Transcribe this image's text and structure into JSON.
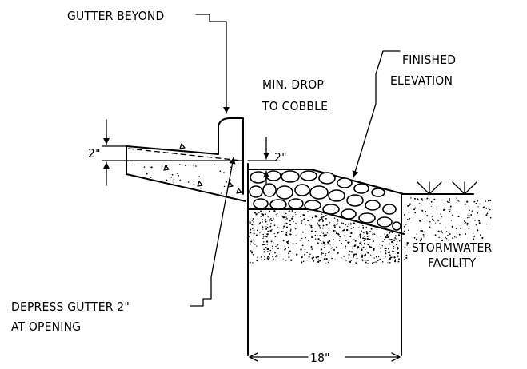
{
  "labels": {
    "gutter_beyond": "GUTTER BEYOND",
    "min_drop_line1": "MIN. DROP",
    "min_drop_line2": "TO COBBLE",
    "finished_line1": "FINISHED",
    "finished_line2": "ELEVATION",
    "stormwater_line1": "STORMWATER",
    "stormwater_line2": "FACILITY",
    "depress_line1": "DEPRESS GUTTER 2\"",
    "depress_line2": "AT OPENING"
  },
  "dimensions": {
    "gutter_depress": "2\"",
    "drop_to_cobble": "2\"",
    "facility_width": "18\""
  },
  "colors": {
    "line": "#000000",
    "background": "#ffffff"
  }
}
